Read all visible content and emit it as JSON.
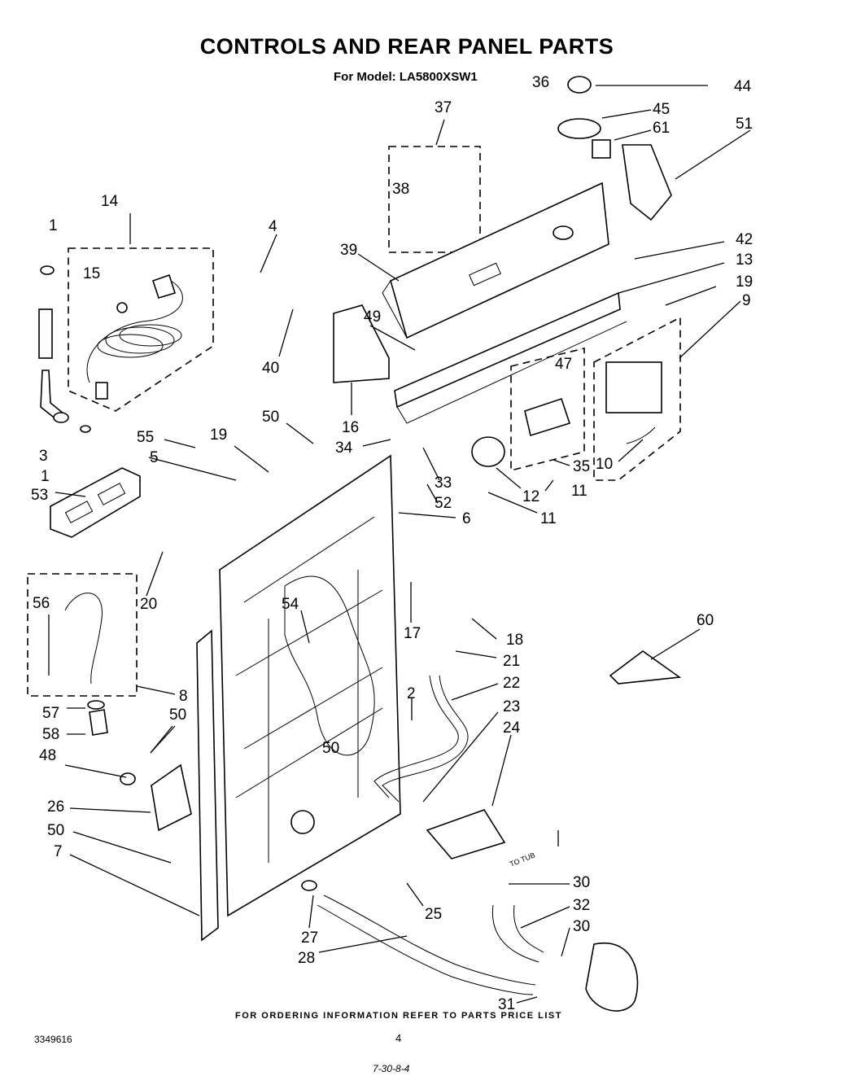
{
  "header": {
    "title": "CONTROLS AND REAR PANEL PARTS",
    "model_line": "For Model: LA5800XSW1"
  },
  "footer": {
    "ordering_note": "FOR ORDERING INFORMATION REFER TO PARTS PRICE LIST",
    "doc_number": "3349616",
    "page_number": "4",
    "handwritten_mark": "7-30-8-4"
  },
  "diagram": {
    "to_tub_label": "TO TUB",
    "callouts": [
      "1",
      "14",
      "15",
      "4",
      "37",
      "38",
      "36",
      "44",
      "45",
      "61",
      "51",
      "39",
      "42",
      "13",
      "19",
      "9",
      "49",
      "40",
      "47",
      "3",
      "1",
      "16",
      "50",
      "55",
      "34",
      "5",
      "19",
      "53",
      "33",
      "52",
      "12",
      "11",
      "35",
      "10",
      "11",
      "6",
      "20",
      "56",
      "54",
      "17",
      "18",
      "60",
      "21",
      "22",
      "2",
      "23",
      "24",
      "8",
      "57",
      "58",
      "50",
      "48",
      "50",
      "26",
      "50",
      "7",
      "25",
      "30",
      "32",
      "30",
      "27",
      "28",
      "31"
    ]
  }
}
